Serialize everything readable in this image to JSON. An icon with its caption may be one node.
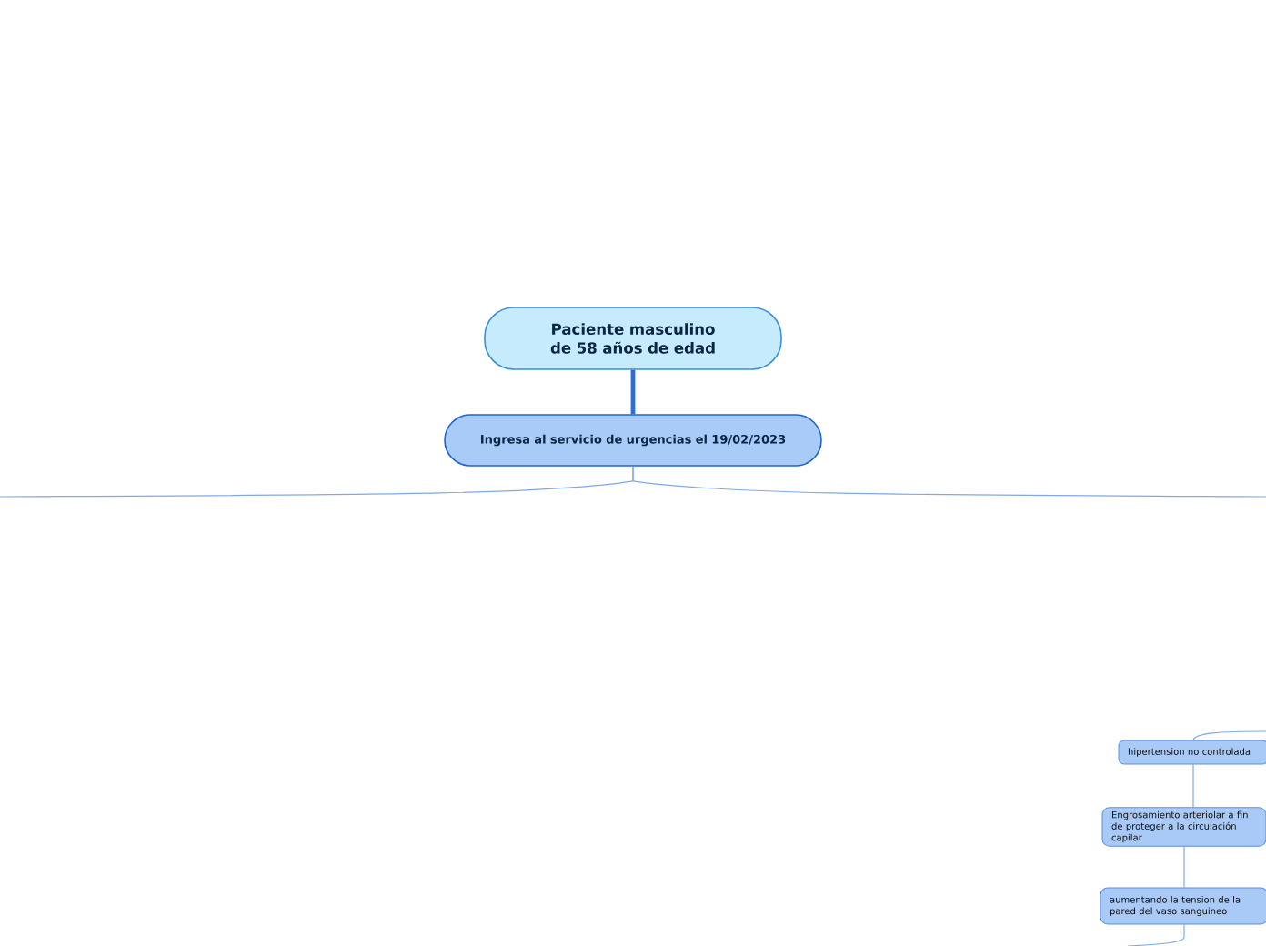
{
  "diagram": {
    "nodes": [
      {
        "text": [
          "Paciente masculino de 58 años de edad"
        ]
      },
      {
        "text": [
          "Ingresa al servicio de urgencias el 19/02/2023"
        ]
      },
      {
        "text": [
          "hipertension no controlada"
        ]
      },
      {
        "text": [
          "Engrosamiento arteriolar a fin de proteger a la circulación capilar"
        ]
      },
      {
        "text": [
          "aumentando la tension de la pared del vaso sanguineo"
        ]
      }
    ],
    "edges": [
      {
        "from": 0,
        "to": 1,
        "arrow": "none",
        "style": "thick",
        "color": "#2b6fd6"
      },
      {
        "from": 1,
        "to": null,
        "arrow": "none"
      },
      {
        "from": 1,
        "to": null,
        "arrow": "none"
      },
      {
        "from": null,
        "to": 2,
        "arrow": "none"
      },
      {
        "from": 2,
        "to": 3,
        "arrow": "none"
      },
      {
        "from": 3,
        "to": 4,
        "arrow": "none"
      },
      {
        "from": 4,
        "to": null,
        "arrow": "none"
      }
    ]
  }
}
